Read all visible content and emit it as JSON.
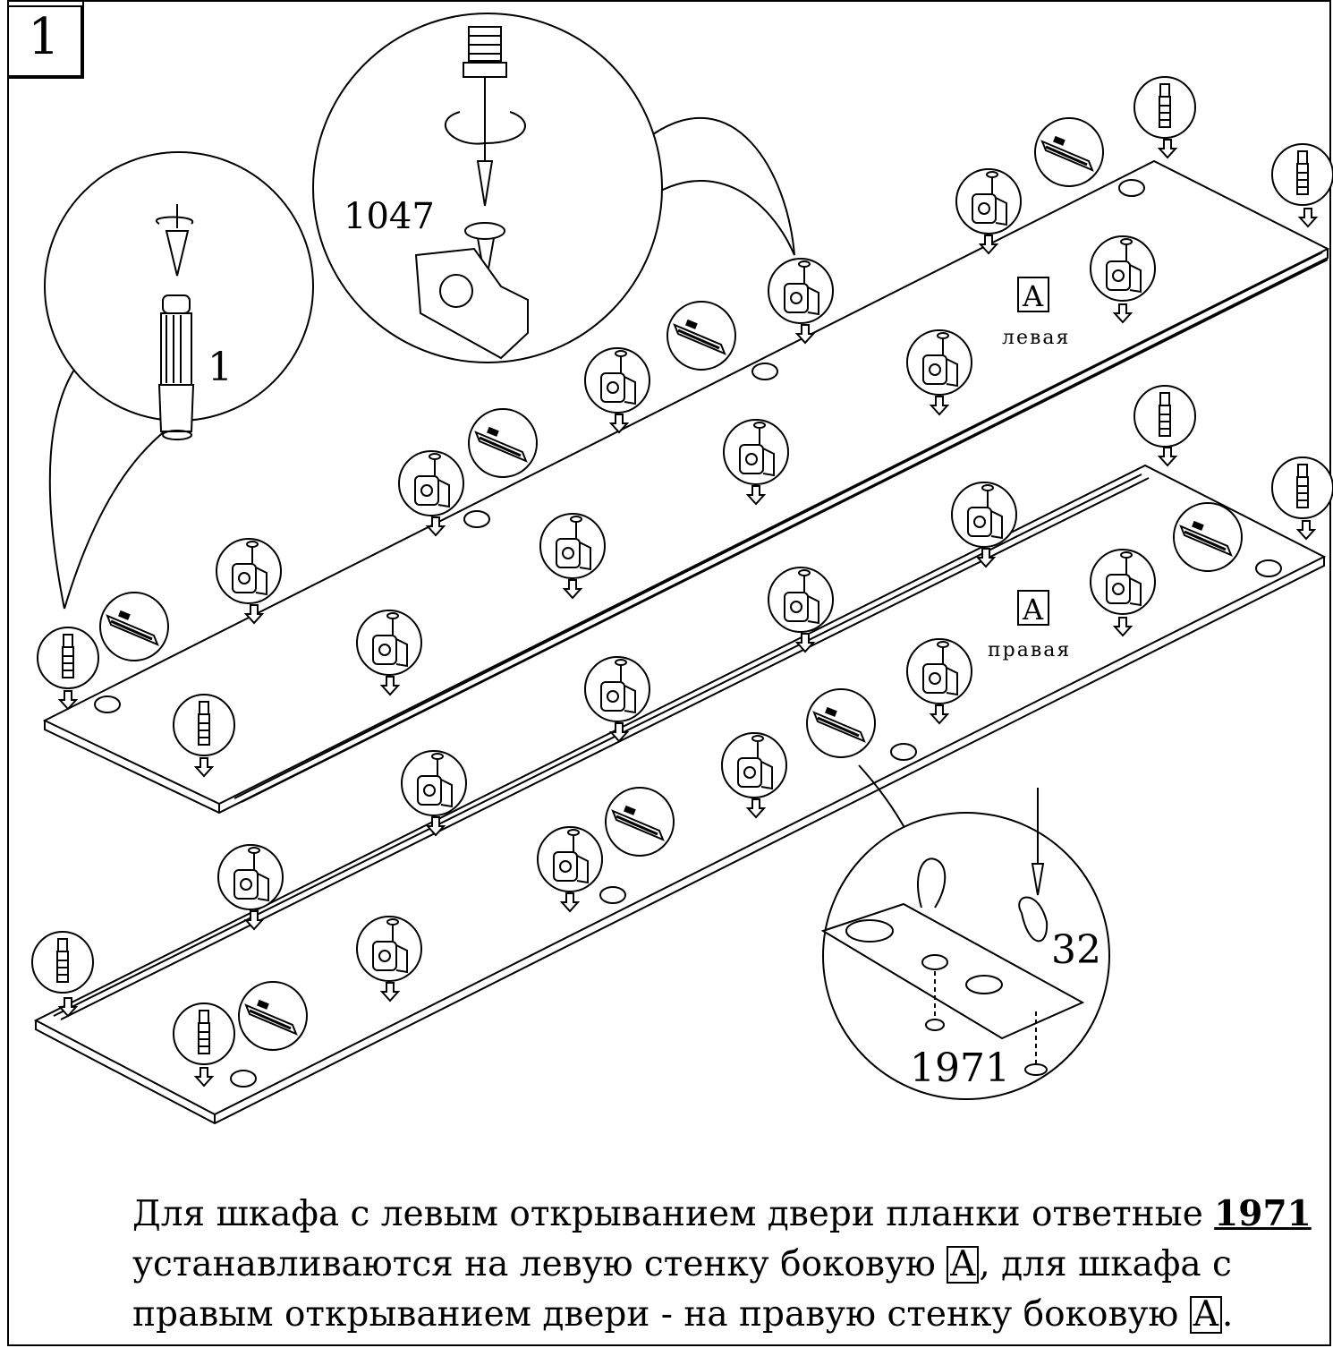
{
  "step": "1",
  "callouts": {
    "screw_part": "1047",
    "dowel_part": "1",
    "plate_part": "1971",
    "plate_screw_part": "32"
  },
  "panels": {
    "left": {
      "letter": "A",
      "label": "левая"
    },
    "right": {
      "letter": "A",
      "label": "правая"
    }
  },
  "caption": {
    "part1": "Для шкафа с левым открыванием двери планки ответные ",
    "part_number": "1971",
    "part2": "устанавливаются на левую стенку боковую ",
    "panel_letter_1": "A",
    "part3": ", для шкафа с",
    "part4": "правым открыванием двери - на правую стенку боковую ",
    "panel_letter_2": "A",
    "part5": "."
  }
}
